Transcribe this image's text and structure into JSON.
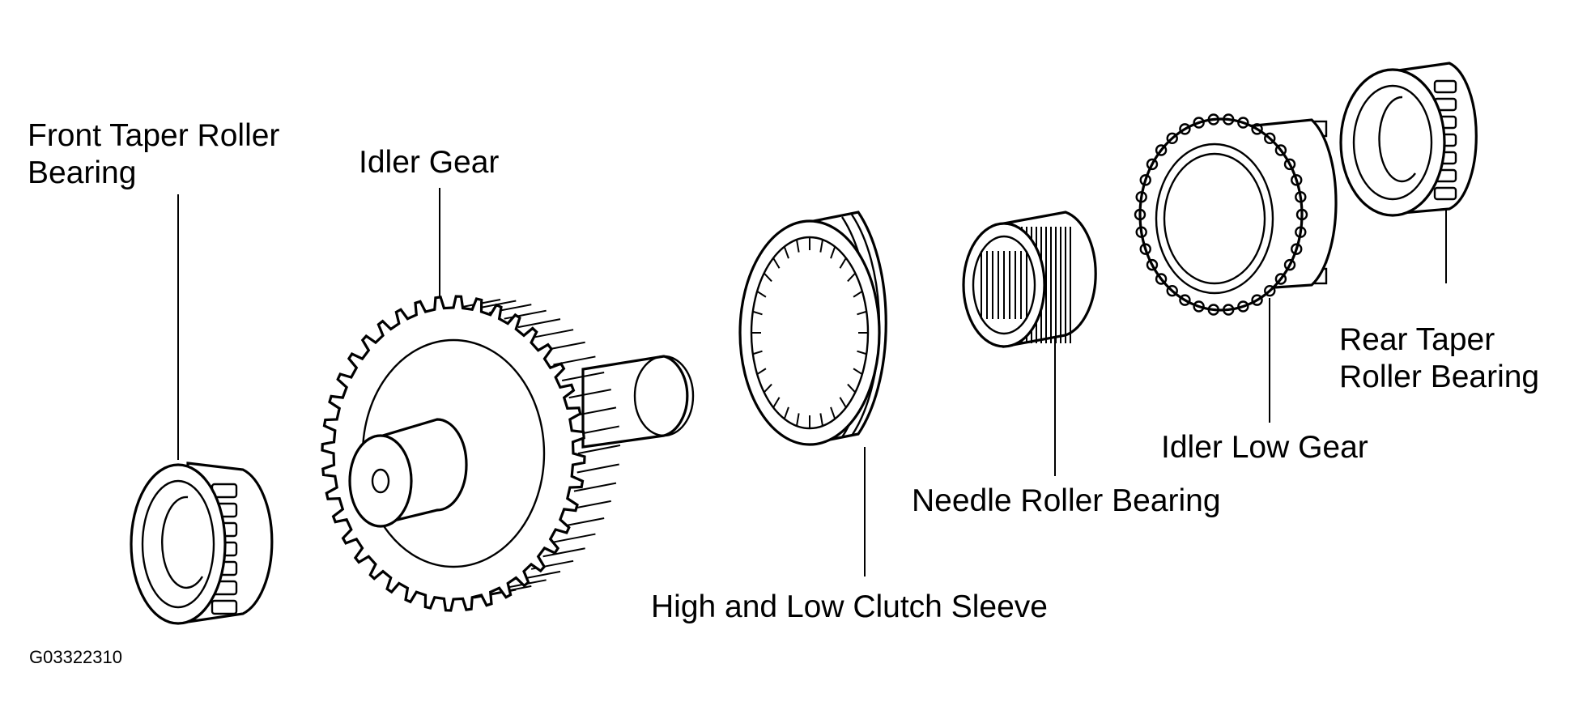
{
  "labels": {
    "front_bearing": [
      "Front Taper Roller",
      "Bearing"
    ],
    "idler_gear": "Idler Gear",
    "clutch_sleeve": "High and Low Clutch Sleeve",
    "needle_bearing": "Needle Roller Bearing",
    "idler_low_gear": "Idler Low Gear",
    "rear_bearing": [
      "Rear Taper",
      "Roller Bearing"
    ]
  },
  "figure_code": "G03322310"
}
